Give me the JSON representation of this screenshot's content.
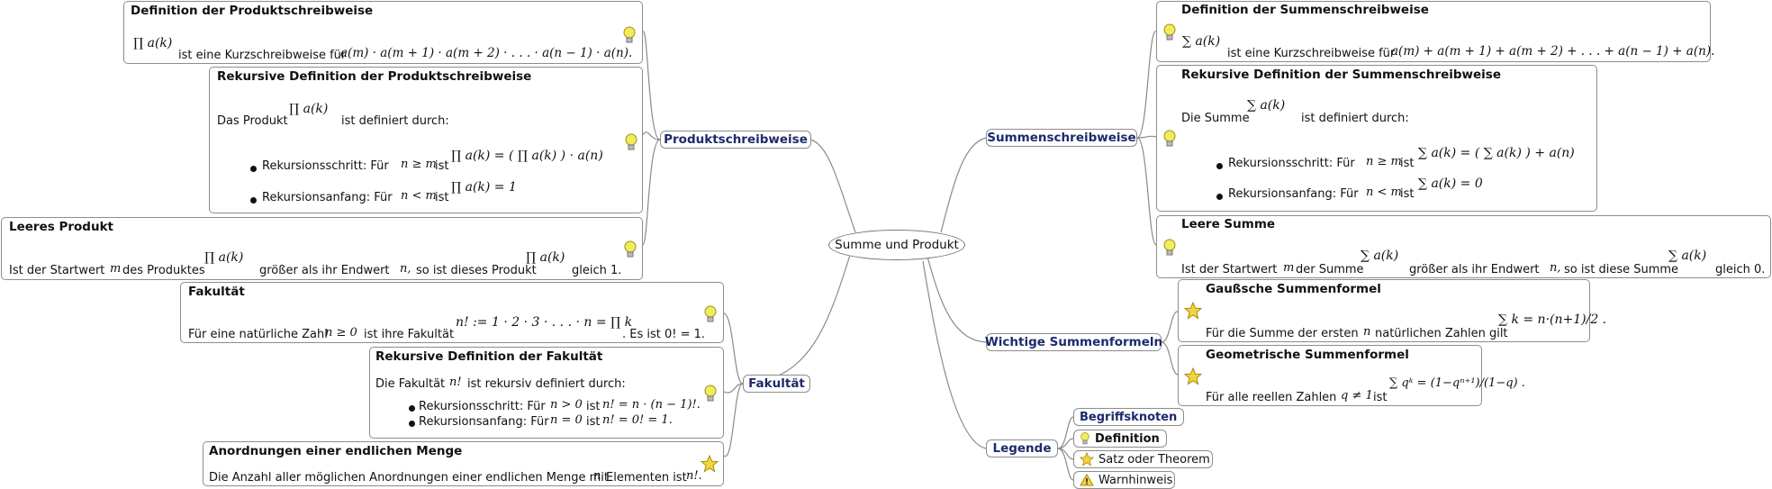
{
  "center": {
    "label": "Summe und Produkt"
  },
  "hubs": {
    "produkt": "Produktschreibweise",
    "fakultaet": "Fakultät",
    "summen": "Summenschreibweise",
    "wichtige": "Wichtige Summenformeln",
    "legende": "Legende"
  },
  "prod_def": {
    "title": "Definition der Produktschreibweise",
    "text": "ist eine Kurzschreibweise für",
    "math_lhs": "∏ a(k)",
    "math_rhs": "a(m) · a(m + 1) · a(m + 2) · . . . · a(n − 1) · a(n)."
  },
  "prod_rek": {
    "title": "Rekursive Definition der Produktschreibweise",
    "intro_a": "Das Produkt",
    "intro_math": "∏ a(k)",
    "intro_b": "ist definiert durch:",
    "step_label": "Rekursionsschritt: Für",
    "step_cond": "n ≥ m",
    "step_ist": "ist",
    "step_math": "∏ a(k) = ( ∏ a(k) ) · a(n)",
    "anf_label": "Rekursionsanfang: Für",
    "anf_cond": "n < m",
    "anf_ist": "ist",
    "anf_math": "∏ a(k) = 1"
  },
  "leer_prod": {
    "title": "Leeres Produkt",
    "t1": "Ist der Startwert",
    "m": "m",
    "t2": "des Produktes",
    "t3": "größer als ihr Endwert",
    "n": "n,",
    "t4": "so ist dieses Produkt",
    "t5": "gleich 1."
  },
  "fak": {
    "title": "Fakultät",
    "t1": "Für eine natürliche Zahl",
    "cond": "n ≥ 0",
    "t2": "ist ihre Fakultät",
    "math": "n! := 1 · 2 · 3 · . . . · n = ∏ k",
    "t3": ". Es ist 0! = 1."
  },
  "fak_rek": {
    "title": "Rekursive Definition der Fakultät",
    "intro_a": "Die Fakultät",
    "intro_m": "n!",
    "intro_b": "ist rekursiv definiert durch:",
    "step": "Rekursionsschritt: Für",
    "step_cond": "n > 0",
    "step_ist": "ist",
    "step_math": "n! = n · (n − 1)!.",
    "anf": "Rekursionsanfang: Für",
    "anf_cond": "n = 0",
    "anf_ist": "ist",
    "anf_math": "n! = 0! = 1."
  },
  "anord": {
    "title": "Anordnungen einer endlichen Menge",
    "t1": "Die Anzahl aller möglichen Anordnungen einer endlichen Menge mit",
    "n": "n",
    "t2": "Elementen ist",
    "nf": "n!."
  },
  "sum_def": {
    "title": "Definition der Summenschreibweise",
    "text": "ist eine Kurzschreibweise für",
    "math_lhs": "∑ a(k)",
    "math_rhs": "a(m) + a(m + 1) + a(m + 2) + . . . + a(n − 1) + a(n)."
  },
  "sum_rek": {
    "title": "Rekursive Definition der Summenschreibweise",
    "intro_a": "Die Summe",
    "intro_math": "∑ a(k)",
    "intro_b": "ist definiert durch:",
    "step_label": "Rekursionsschritt: Für",
    "step_cond": "n ≥ m",
    "step_ist": "ist",
    "step_math": "∑ a(k) = ( ∑ a(k) ) + a(n)",
    "anf_label": "Rekursionsanfang: Für",
    "anf_cond": "n < m",
    "anf_ist": "ist",
    "anf_math": "∑ a(k) = 0"
  },
  "leer_sum": {
    "title": "Leere Summe",
    "t1": "Ist der Startwert",
    "m": "m",
    "t2": "der Summe",
    "t3": "größer als ihr Endwert",
    "n": "n,",
    "t4": "so ist diese Summe",
    "t5": "gleich 0."
  },
  "gauss": {
    "title": "Gaußsche Summenformel",
    "t1": "Für die Summe der ersten",
    "n": "n",
    "t2": "natürlichen Zahlen gilt",
    "math": "∑ k = n·(n+1)/2 ."
  },
  "geo": {
    "title": "Geometrische Summenformel",
    "t1": "Für alle reellen Zahlen",
    "cond": "q ≠ 1",
    "t2": "ist",
    "math": "∑ qᵏ = (1−qⁿ⁺¹)/(1−q) ."
  },
  "legend": {
    "begriff": "Begriffsknoten",
    "def": "Definition",
    "satz": "Satz oder Theorem",
    "warn": "Warnhinweis"
  },
  "colors": {
    "hub_text": "#1d2a6b",
    "border": "#8c8c8c",
    "bulb": "#f2ec5b",
    "star": "#f5d33a"
  }
}
